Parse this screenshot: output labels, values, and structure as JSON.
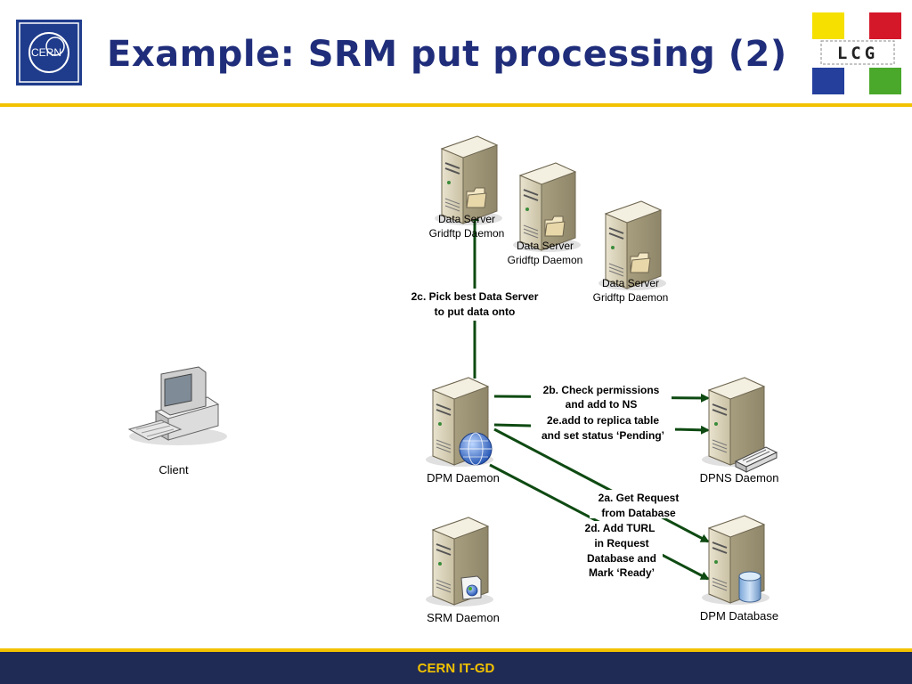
{
  "title": "Example: SRM put processing (2)",
  "footer": "CERN IT-GD",
  "logos": {
    "left": "CERN",
    "right": "LCG"
  },
  "nodes": {
    "client": "Client",
    "dpm_daemon": "DPM Daemon",
    "srm_daemon": "SRM Daemon",
    "dpns_daemon": "DPNS Daemon",
    "dpm_database": "DPM Database",
    "data_server_1": [
      "Data Server",
      "Gridftp Daemon"
    ],
    "data_server_2": [
      "Data Server",
      "Gridftp Daemon"
    ],
    "data_server_3": [
      "Data Server",
      "Gridftp Daemon"
    ]
  },
  "steps": {
    "s2c": [
      "2c. Pick best Data Server",
      "to put data onto"
    ],
    "s2b": [
      "2b. Check permissions",
      "and add to NS"
    ],
    "s2e": [
      "2e.add to replica table",
      "and set status ‘Pending’"
    ],
    "s2a": [
      "2a. Get Request",
      "from Database"
    ],
    "s2d": [
      "2d. Add TURL",
      "in Request",
      "Database and",
      "Mark ‘Ready’"
    ]
  },
  "colors": {
    "title": "#1f2d7a",
    "accent_yellow": "#f2c200",
    "footer_bg": "#1f2a55",
    "arrow": "#0e4a12"
  }
}
